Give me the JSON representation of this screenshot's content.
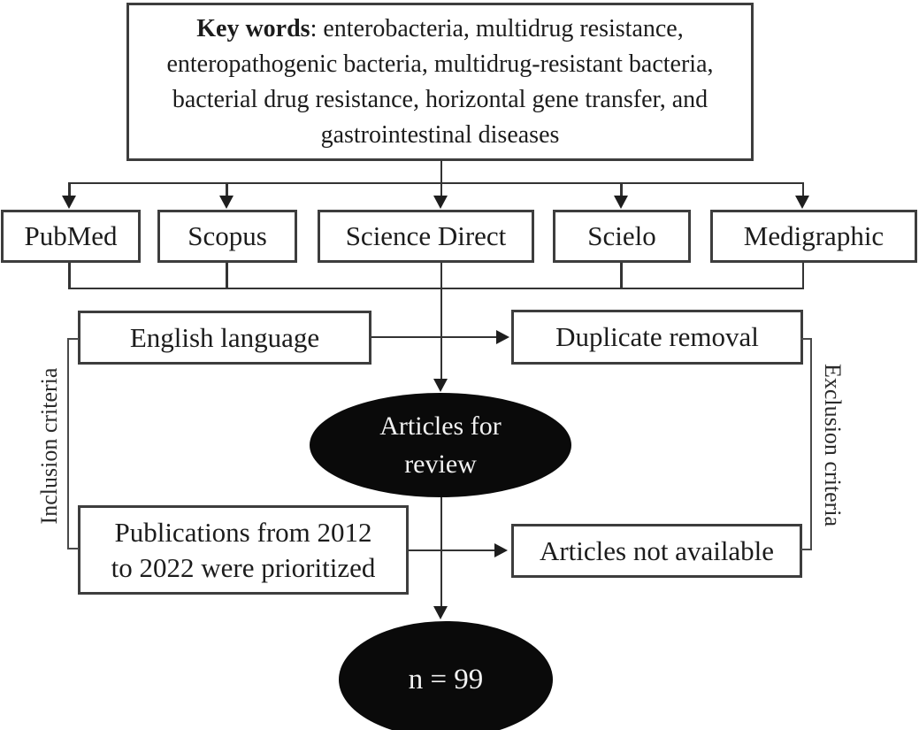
{
  "diagram": {
    "title_box": {
      "bold_label": "Key words",
      "text": ": enterobacteria, multidrug resistance, enteropathogenic bacteria, multidrug-resistant bacteria, bacterial drug resistance, horizontal gene transfer, and gastrointestinal diseases"
    },
    "databases": {
      "pubmed": "PubMed",
      "scopus": "Scopus",
      "science_direct": "Science Direct",
      "scielo": "Scielo",
      "medigraphic": "Medigraphic"
    },
    "inclusion": {
      "side_label": "Inclusion criteria",
      "box1": "English language",
      "box2_line1": "Publications from 2012",
      "box2_line2": "to 2022 were prioritized"
    },
    "exclusion": {
      "side_label": "Exclusion criteria",
      "box1": "Duplicate removal",
      "box2": "Articles not available"
    },
    "results": {
      "review_line1": "Articles for",
      "review_line2": "review",
      "final_count": "n = 99"
    }
  },
  "colors": {
    "background": "#ffffff",
    "text": "#1c1c1c",
    "box_border": "#3d3d3d",
    "connector_line": "#333333",
    "ellipse_fill": "#0a0a0a",
    "ellipse_text": "#f2f2f2"
  }
}
